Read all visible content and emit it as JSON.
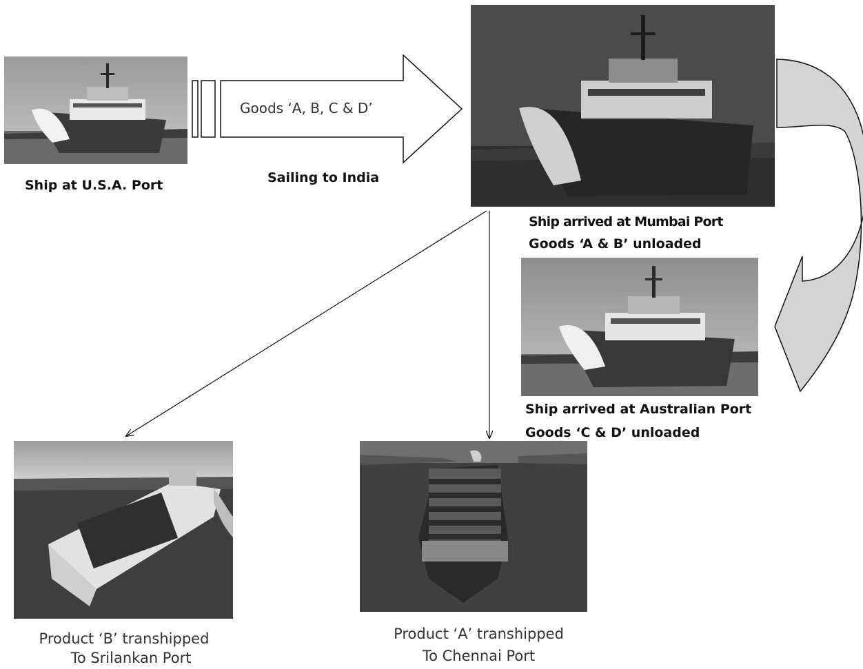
{
  "usa": {
    "caption": "Ship at U.S.A. Port"
  },
  "voyage": {
    "arrow_label": "Goods ‘A, B, C & D’",
    "caption": "Sailing to India"
  },
  "mumbai": {
    "caption_line1": "Ship arrived at Mumbai Port",
    "caption_line2": "Goods ‘A & B’ unloaded"
  },
  "australia": {
    "caption_line1": "Ship arrived at Australian Port",
    "caption_line2": "Goods ‘C & D’ unloaded"
  },
  "srilanka": {
    "caption_line1": "Product ‘B’ transhipped",
    "caption_line2": "To Srilankan Port"
  },
  "chennai": {
    "caption_line1": "Product ‘A’ transhipped",
    "caption_line2": "To Chennai Port"
  },
  "colors": {
    "curved_arrow_fill": "#d4d4d4",
    "line": "#111111"
  }
}
